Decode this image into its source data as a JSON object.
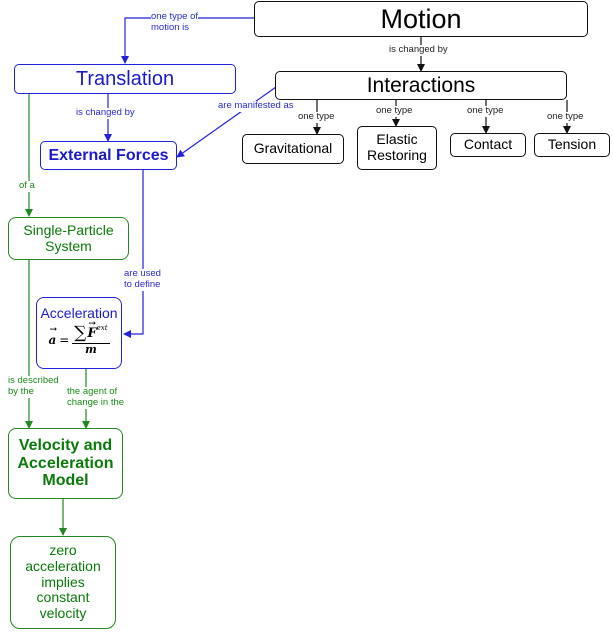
{
  "nodes": {
    "motion": "Motion",
    "interactions": "Interactions",
    "translation": "Translation",
    "external_forces": "External Forces",
    "gravitational": "Gravitational",
    "elastic_1": "Elastic",
    "elastic_2": "Restoring",
    "contact": "Contact",
    "tension": "Tension",
    "single_particle_1": "Single-Particle",
    "single_particle_2": "System",
    "acceleration": "Acceleration",
    "model_1": "Velocity and",
    "model_2": "Acceleration",
    "model_3": "Model",
    "zero_1": "zero",
    "zero_2": "acceleration",
    "zero_3": "implies",
    "zero_4": "constant",
    "zero_5": "velocity"
  },
  "formula": {
    "lhs": "a",
    "equals": "=",
    "sum": "∑",
    "force": "F",
    "sup": "ext",
    "denominator": "m"
  },
  "links": {
    "one_type_of_1": "one type of",
    "one_type_of_2": "motion is",
    "is_changed_by_top": "is changed by",
    "are_manifested_as": "are manifested as",
    "one_type_grav": "one type",
    "one_type_elastic": "one type",
    "one_type_contact": "one type",
    "one_type_tension": "one type",
    "is_changed_by_left": "is changed by",
    "of_a": "of a",
    "are_used_1": "are used",
    "are_used_2": "to define",
    "described_1": "is described",
    "described_2": "by the",
    "agent_1": "the agent of",
    "agent_2": "change in the"
  },
  "colors": {
    "black": "#111111",
    "blue": "#2222dd",
    "green": "#228822"
  }
}
